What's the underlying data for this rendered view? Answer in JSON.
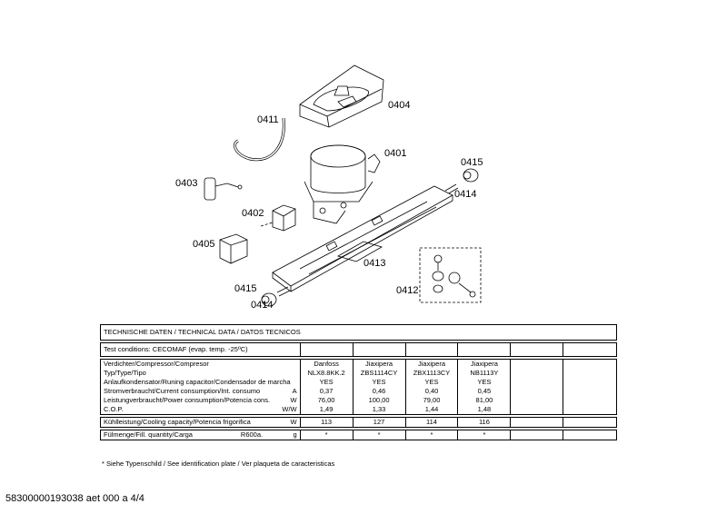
{
  "labels": {
    "p0404": "0404",
    "p0411": "0411",
    "p0401": "0401",
    "p0415a": "0415",
    "p0414a": "0414",
    "p0403": "0403",
    "p0402": "0402",
    "p0405": "0405",
    "p0413": "0413",
    "p0412": "0412",
    "p0415b": "0415",
    "p0414b": "0414"
  },
  "table": {
    "title": "TECHNISCHE DATEN / TECHNICAL DATA / DATOS TECNICOS",
    "test_conditions": "Test conditions:  CECOMAF (evap. temp. -25ºC)",
    "rows": {
      "compressor": "Verdichter/Compressor/Compresor",
      "type": "Typ/Type/Tipo",
      "capacitor": "Anlaufkondensator/Runing capacitor/Condensador de marcha",
      "current": "Stromverbraucht/Current consumption/Int. consumo",
      "current_unit": "A",
      "power": "Leistungverbraucht/Power consumption/Potencia cons.",
      "power_unit": "W",
      "cop": "C.O.P.",
      "cop_unit": "W/W",
      "cooling": "Kühlleistung/Cooling capacity/Potencia frigorifica",
      "cooling_unit": "W",
      "fill": "Fülmenge/Fill. quantity/Carga",
      "fill_gas": "R600a.",
      "fill_unit": "g"
    },
    "columns": [
      {
        "maker": "Danfoss",
        "type": "NLX8.8KK.2",
        "cap": "YES",
        "current": "0,37",
        "power": "76,00",
        "cop": "1,49",
        "cooling": "113",
        "fill": "*"
      },
      {
        "maker": "Jiaxipera",
        "type": "ZBS1114CY",
        "cap": "YES",
        "current": "0,46",
        "power": "100,00",
        "cop": "1,33",
        "cooling": "127",
        "fill": "*"
      },
      {
        "maker": "Jiaxipera",
        "type": "ZBX1113CY",
        "cap": "YES",
        "current": "0,40",
        "power": "79,00",
        "cop": "1,44",
        "cooling": "114",
        "fill": "*"
      },
      {
        "maker": "Jiaxipera",
        "type": "NB1113Y",
        "cap": "YES",
        "current": "0,45",
        "power": "81,00",
        "cop": "1,48",
        "cooling": "116",
        "fill": "*"
      }
    ]
  },
  "note": "* Siehe Typenschild / See identification plate / Ver plaqueta de caracteristicas",
  "footer": "58300000193038 aet 000 a 4/4"
}
